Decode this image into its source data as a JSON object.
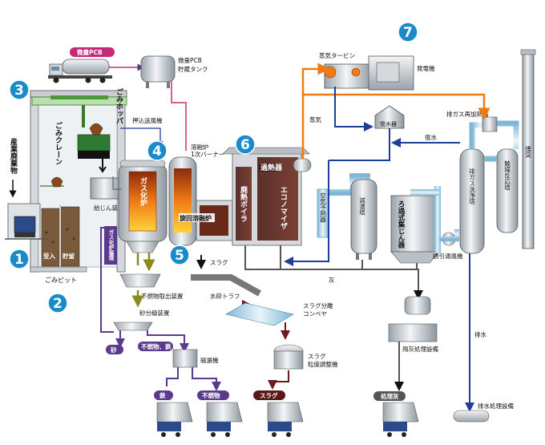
{
  "labels": {
    "industrial_waste": "産業廃棄物",
    "crane": "ごみクレーン",
    "hopper": "ごみホッパ",
    "receiving_pit": "受入",
    "storage_pit": "貯留",
    "waste_pit": "ごみピット",
    "feeder": "給じん装置",
    "trace_pcb": "微量PCB",
    "pcb_tank_1": "微量PCB",
    "pcb_tank_2": "貯蔵タンク",
    "push_fan": "押込送風機",
    "gasification_furnace": "ガス化炉",
    "melting_burner_1": "溶融炉",
    "melting_burner_2": "1次バーナー",
    "swirl_melting": "旋回溶融炉",
    "superheater": "過熱器",
    "waste_heat_boiler": "廃熱ボイラ",
    "economizer": "エコノマイザ",
    "air_preheater": "空気予熱器",
    "cooling_tower": "減温塔",
    "bag_filter": "ろ過式集じん器",
    "induced_fan": "誘引通風機",
    "scrubber": "排ガス洗浄塔",
    "catalytic_reactor": "触媒反応塔",
    "stack": "煙突",
    "reheater": "排ガス再加熱器",
    "steam_turbine": "蒸気タービン",
    "generator": "発電機",
    "condenser": "復水器",
    "steam": "蒸気",
    "return_water": "復水",
    "wastewater": "排水",
    "wastewater_treatment": "排水処理設備",
    "ash": "灰",
    "fly_ash_treatment": "飛灰処理設備",
    "treated_ash": "処理灰",
    "slag": "スラグ",
    "water_trough": "水砕トラフ",
    "slag_conveyor_1": "スラグ分離",
    "slag_conveyor_2": "コンベヤ",
    "slag_adjust_1": "スラグ",
    "slag_adjust_2": "粒度調整機",
    "slag_out": "スラグ",
    "incombustibles_unit": "不燃物取出装置",
    "sand_classifier": "砂分級装置",
    "gas_conveyor": "ガス化炉循環",
    "sand": "砂",
    "incombustibles_iron": "不燃物、鉄",
    "magnetic_separator": "磁選機",
    "iron": "鉄",
    "incombustibles": "不燃物"
  },
  "markers": [
    "1",
    "2",
    "3",
    "4",
    "5",
    "6",
    "7"
  ],
  "colors": {
    "marker": "#1a8ac8",
    "steam_line": "#f07a14",
    "water_line": "#1f3f96",
    "material_line": "#5a3a8c",
    "slag_line": "#6a1a1a",
    "pcb": "#c8287a"
  }
}
